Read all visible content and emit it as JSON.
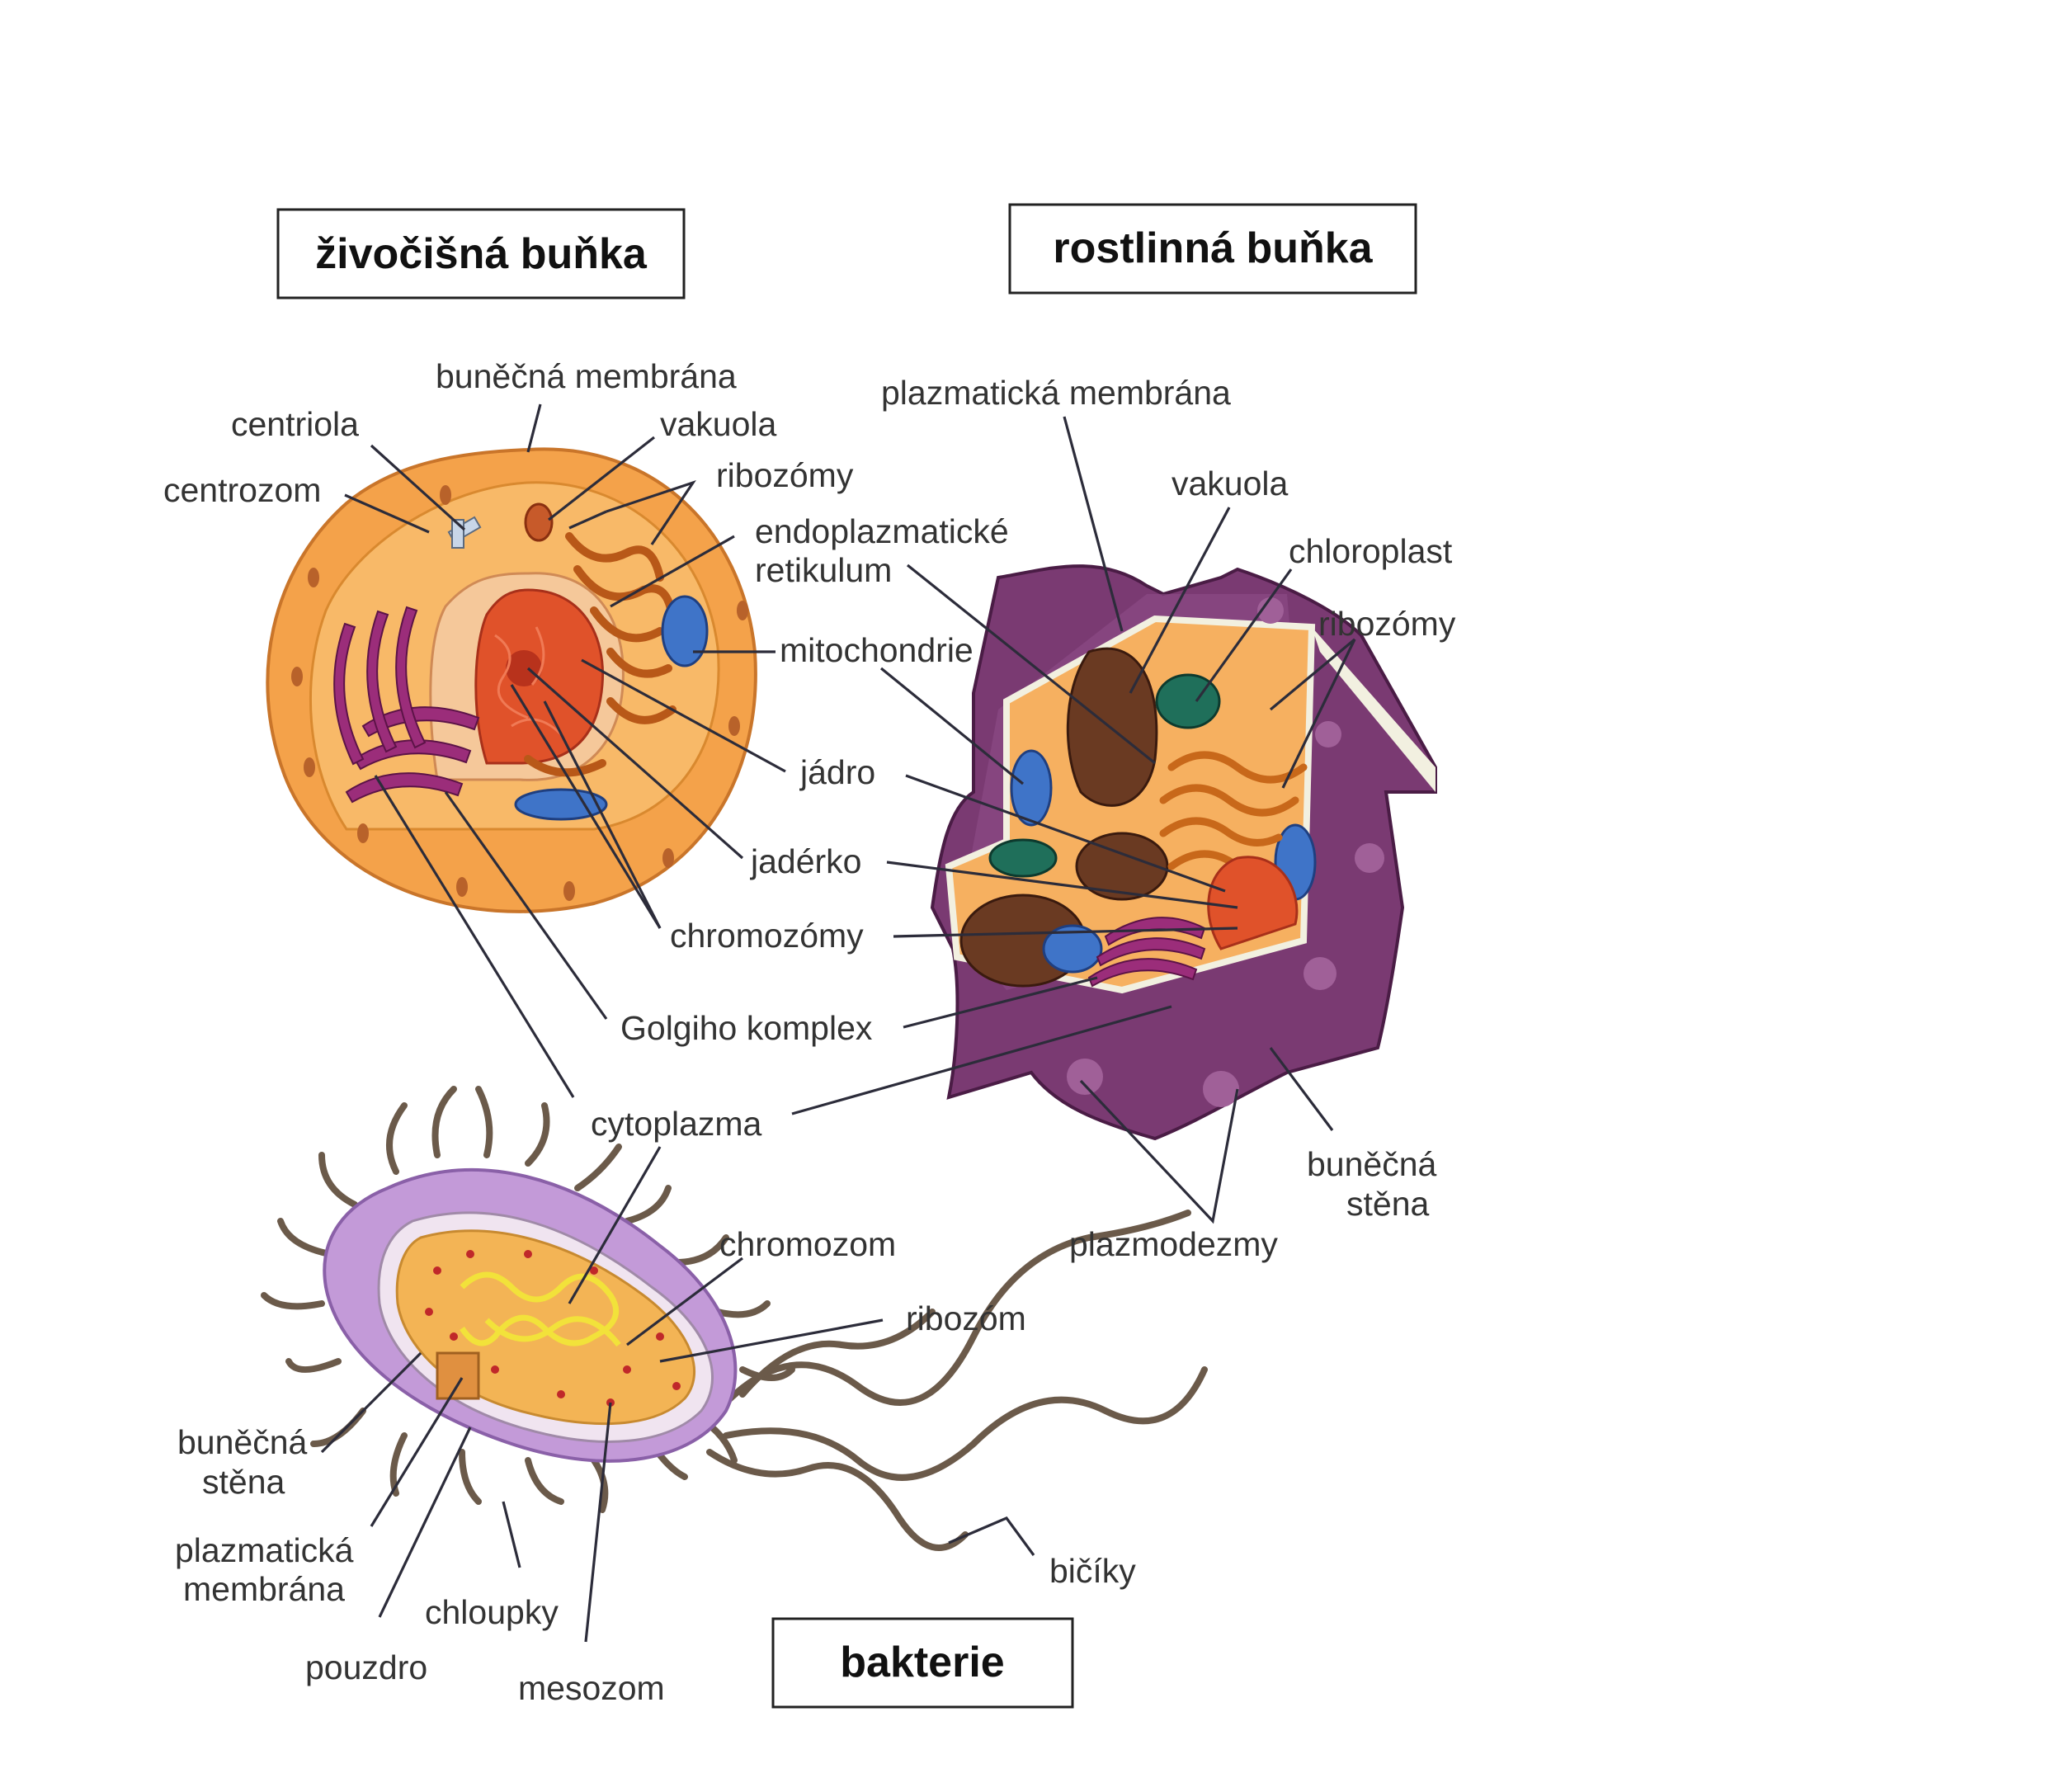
{
  "colors": {
    "animal_outer": "#f4a24a",
    "animal_cyto": "#f7b25e",
    "nucleus": "#e0522a",
    "golgi": "#9b2d7a",
    "er": "#d8741f",
    "mitochondria": "#3f74c8",
    "plant_wall": "#7a3a72",
    "chloroplast": "#1f6f5a",
    "vacuole": "#6a3a22",
    "bacteria_capsule": "#c39ad8",
    "bacteria_cyto": "#f3b455",
    "chromosome": "#f2e23a",
    "appendage": "#6b5a4a"
  },
  "titles": {
    "animal": "živočišná buňka",
    "plant": "rostlinná buňka",
    "bacteria": "bakterie"
  },
  "animal_labels": {
    "membrane": "buněčná membrána",
    "centriole": "centriola",
    "vacuole": "vakuola",
    "centrosome": "centrozom",
    "ribosomes": "ribozómy",
    "er_line1": "endoplazmatické",
    "er_line2": "retikulum",
    "mitochondria": "mitochondrie",
    "nucleus": "jádro",
    "nucleolus": "jadérko",
    "chromosomes": "chromozómy",
    "golgi": "Golgiho komplex",
    "cytoplasm": "cytoplazma"
  },
  "plant_labels": {
    "plasma_membrane": "plazmatická membrána",
    "vacuole": "vakuola",
    "chloroplast": "chloroplast",
    "ribosomes": "ribozómy",
    "wall_line1": "buněčná",
    "wall_line2": "stěna",
    "plasmodesmata": "plazmodezmy"
  },
  "bacteria_labels": {
    "chromosome": "chromozom",
    "ribosome": "ribozóm",
    "wall_line1": "buněčná",
    "wall_line2": "stěna",
    "membrane_line1": "plazmatická",
    "membrane_line2": "membrána",
    "pili": "chloupky",
    "capsule": "pouzdro",
    "mesosome": "mesozom",
    "flagella": "bičíky"
  }
}
